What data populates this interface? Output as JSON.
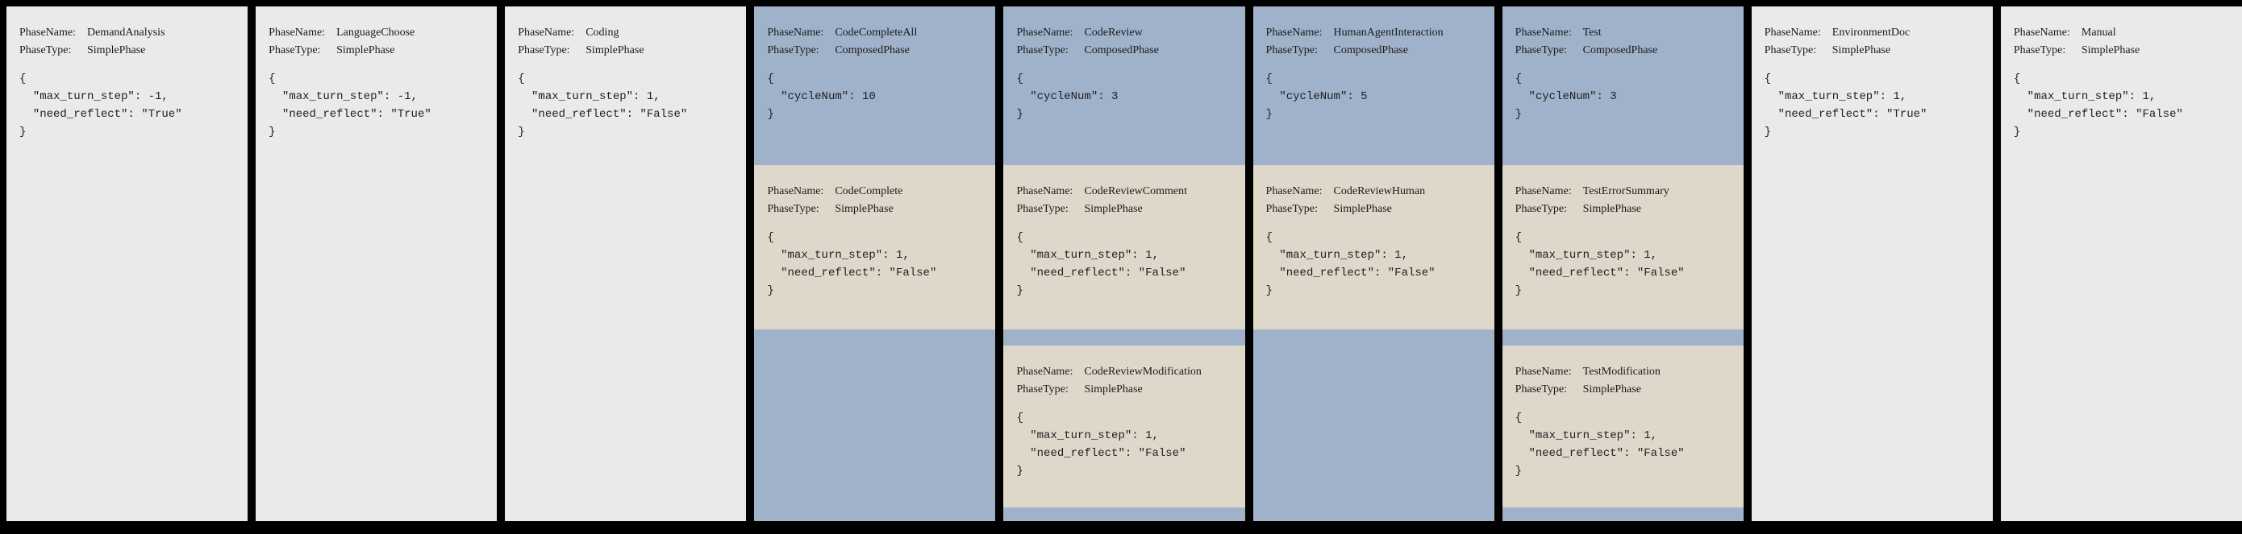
{
  "figure": {
    "description": "Phase configuration cards",
    "colors": {
      "frame": "#000000",
      "simple_card_bg": "#e8ebe9",
      "composed_bg": "#a0b1ca",
      "sub_card_bg": "#ded8cb"
    }
  },
  "labels": {
    "phase_name": "PhaseName:",
    "phase_type": "PhaseType:"
  },
  "columns": [
    {
      "kind": "simple",
      "phase_name": "DemandAnalysis",
      "phase_type": "SimplePhase",
      "config": "{\n  \"max_turn_step\": -1,\n  \"need_reflect\": \"True\"\n}"
    },
    {
      "kind": "simple",
      "phase_name": "LanguageChoose",
      "phase_type": "SimplePhase",
      "config": "{\n  \"max_turn_step\": -1,\n  \"need_reflect\": \"True\"\n}"
    },
    {
      "kind": "simple",
      "phase_name": "Coding",
      "phase_type": "SimplePhase",
      "config": "{\n  \"max_turn_step\": 1,\n  \"need_reflect\": \"False\"\n}"
    },
    {
      "kind": "composed",
      "phase_name": "CodeCompleteAll",
      "phase_type": "ComposedPhase",
      "config": "{\n  \"cycleNum\": 10\n}",
      "children": [
        {
          "phase_name": "CodeComplete",
          "phase_type": "SimplePhase",
          "config": "{\n  \"max_turn_step\": 1,\n  \"need_reflect\": \"False\"\n}"
        }
      ]
    },
    {
      "kind": "composed",
      "phase_name": "CodeReview",
      "phase_type": "ComposedPhase",
      "config": "{\n  \"cycleNum\": 3\n}",
      "children": [
        {
          "phase_name": "CodeReviewComment",
          "phase_type": "SimplePhase",
          "config": "{\n  \"max_turn_step\": 1,\n  \"need_reflect\": \"False\"\n}"
        },
        {
          "phase_name": "CodeReviewModification",
          "phase_type": "SimplePhase",
          "config": "{\n  \"max_turn_step\": 1,\n  \"need_reflect\": \"False\"\n}"
        }
      ]
    },
    {
      "kind": "composed",
      "phase_name": "HumanAgentInteraction",
      "phase_type": "ComposedPhase",
      "config": "{\n  \"cycleNum\": 5\n}",
      "children": [
        {
          "phase_name": "CodeReviewHuman",
          "phase_type": "SimplePhase",
          "config": "{\n  \"max_turn_step\": 1,\n  \"need_reflect\": \"False\"\n}"
        }
      ]
    },
    {
      "kind": "composed",
      "phase_name": "Test",
      "phase_type": "ComposedPhase",
      "config": "{\n  \"cycleNum\": 3\n}",
      "children": [
        {
          "phase_name": "TestErrorSummary",
          "phase_type": "SimplePhase",
          "config": "{\n  \"max_turn_step\": 1,\n  \"need_reflect\": \"False\"\n}"
        },
        {
          "phase_name": "TestModification",
          "phase_type": "SimplePhase",
          "config": "{\n  \"max_turn_step\": 1,\n  \"need_reflect\": \"False\"\n}"
        }
      ]
    },
    {
      "kind": "simple",
      "phase_name": "EnvironmentDoc",
      "phase_type": "SimplePhase",
      "config": "{\n  \"max_turn_step\": 1,\n  \"need_reflect\": \"True\"\n}"
    },
    {
      "kind": "simple",
      "phase_name": "Manual",
      "phase_type": "SimplePhase",
      "config": "{\n  \"max_turn_step\": 1,\n  \"need_reflect\": \"False\"\n}"
    }
  ]
}
